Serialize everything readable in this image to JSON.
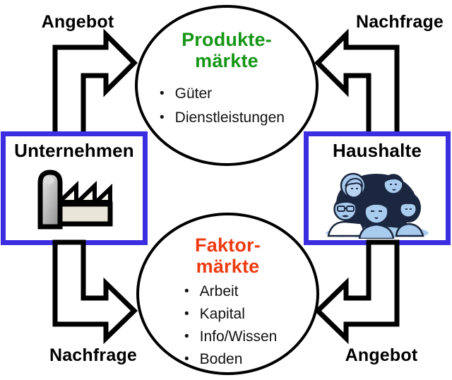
{
  "diagram": {
    "flow_labels": {
      "top_left": "Angebot",
      "top_right": "Nachfrage",
      "bottom_left": "Nachfrage",
      "bottom_right": "Angebot"
    },
    "top_circle": {
      "title_line1": "Produkte-",
      "title_line2": "märkte",
      "items": [
        "Güter",
        "Dienstleistungen"
      ]
    },
    "bottom_circle": {
      "title_line1": "Faktor-",
      "title_line2": "märkte",
      "items": [
        "Arbeit",
        "Kapital",
        "Info/Wissen",
        "Boden"
      ]
    },
    "left_box": {
      "label": "Unternehmen",
      "icon": "factory-icon"
    },
    "right_box": {
      "label": "Haushalte",
      "icon": "people-icon"
    }
  },
  "colors": {
    "top_circle_title": "#169616",
    "bottom_circle_title": "#ee3a10",
    "box_border": "#3b2ee0",
    "arrow_outline": "#000000",
    "people_skin": "#a9cbee",
    "people_dark": "#1b2740",
    "factory_fill": "#e9e6d9"
  }
}
